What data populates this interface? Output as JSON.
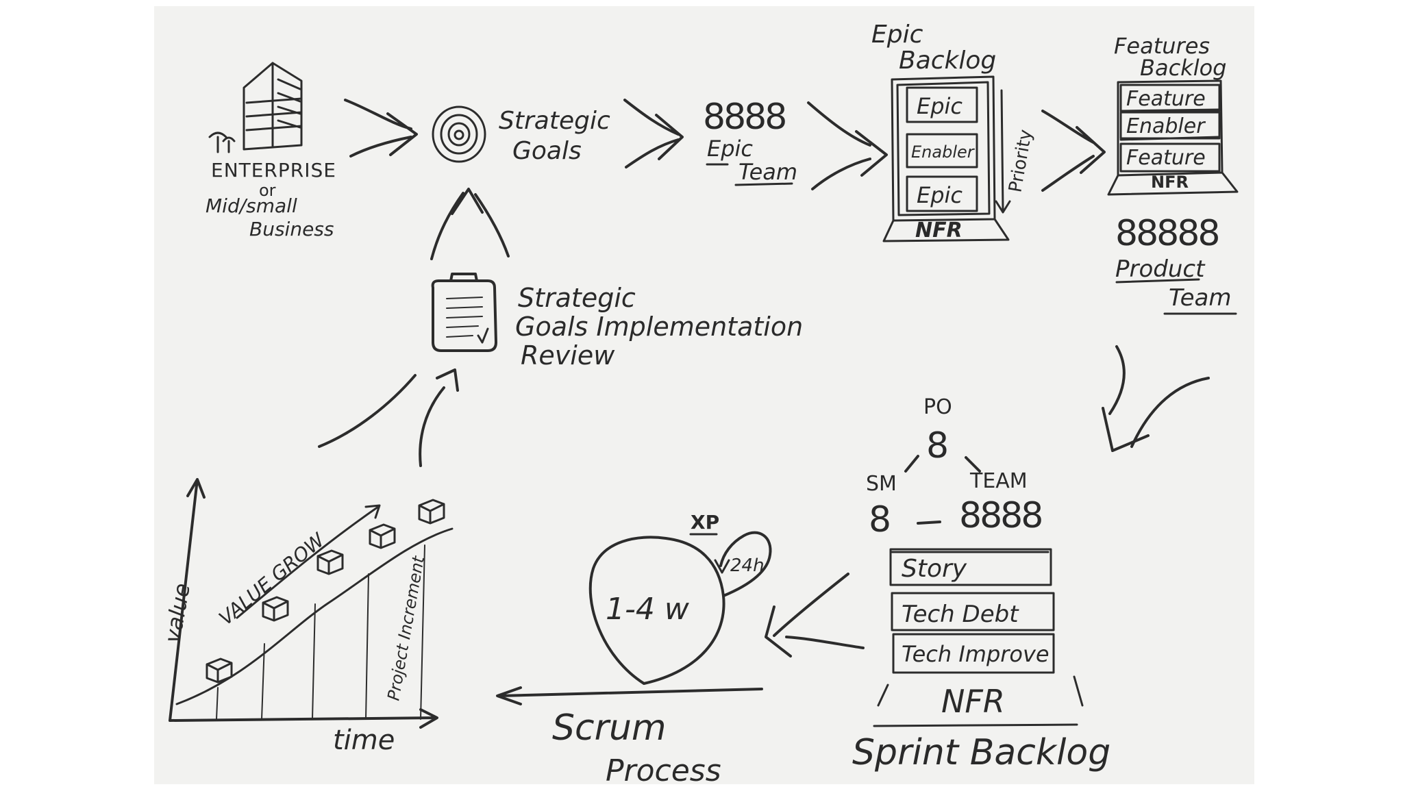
{
  "nodes": {
    "enterprise": {
      "line1": "ENTERPRISE",
      "line2": "or",
      "line3": "Mid/small",
      "line4": "Business",
      "icon": "building-icon"
    },
    "strategic_goals": {
      "line1": "Strategic",
      "line2": "Goals",
      "icon": "target-icon"
    },
    "epic_team": {
      "glyphs": "8888",
      "line1": "Epic",
      "line2": "Team"
    },
    "epic_backlog": {
      "title1": "Epic",
      "title2": "Backlog",
      "items": [
        "Epic",
        "Enabler",
        "Epic"
      ],
      "base": "NFR",
      "side_label": "Priority"
    },
    "features_backlog": {
      "title1": "Features",
      "title2": "Backlog",
      "items": [
        "Feature",
        "Enabler",
        "Feature"
      ],
      "base": "NFR"
    },
    "product_team": {
      "glyphs": "88888",
      "line1": "Product",
      "line2": "Team"
    },
    "review": {
      "line1": "Strategic",
      "line2": "Goals Implementation",
      "line3": "Review",
      "icon": "clipboard-icon"
    },
    "roles": {
      "po": "PO",
      "po_glyph": "8",
      "sm": "SM",
      "sm_glyph": "8",
      "team": "TEAM",
      "team_glyphs": "8888"
    },
    "sprint_backlog": {
      "items": [
        "Story",
        "Tech Debt",
        "Tech Improve"
      ],
      "base": "NFR",
      "title": "Sprint Backlog"
    },
    "scrum": {
      "xp": "XP",
      "daily": "24h",
      "sprint": "1-4 w",
      "line1": "Scrum",
      "line2": "Process"
    },
    "value_chart": {
      "ylabel": "value",
      "xlabel": "time",
      "curve_label": "VALUE GROW",
      "increment_label": "Project Increment"
    }
  },
  "colors": {
    "paper": "#f2f2f0",
    "ink": "#2c2c2c"
  }
}
